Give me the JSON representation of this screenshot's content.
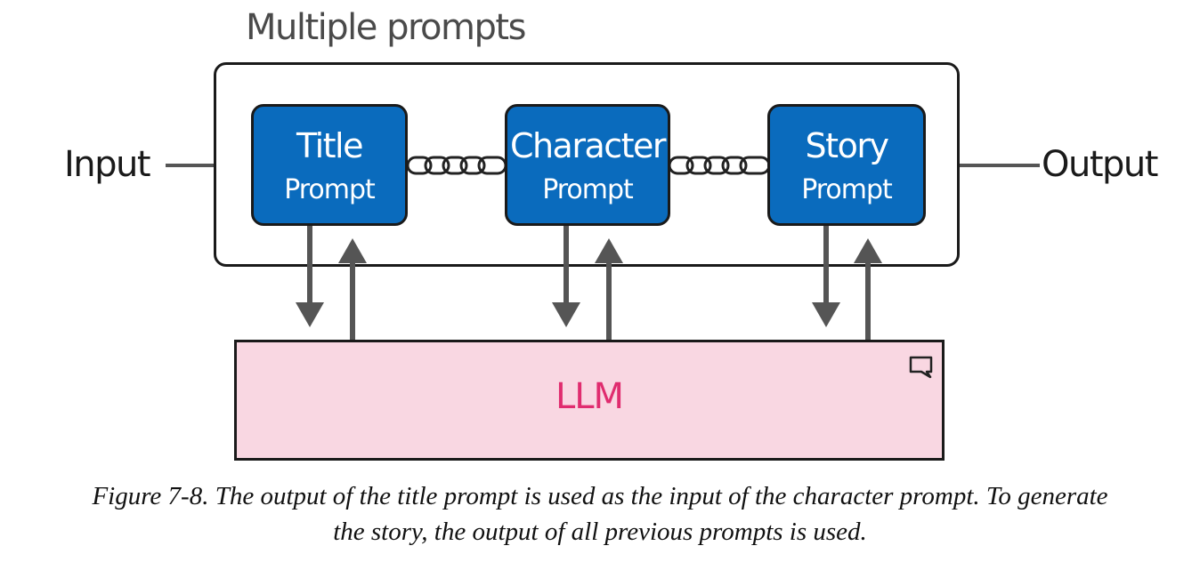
{
  "diagram": {
    "group_title": "Multiple prompts",
    "input_label": "Input",
    "output_label": "Output",
    "prompts": [
      {
        "title": "Title",
        "subtitle": "Prompt"
      },
      {
        "title": "Character",
        "subtitle": "Prompt"
      },
      {
        "title": "Story",
        "subtitle": "Prompt"
      }
    ],
    "llm_label": "LLM",
    "llm_icon": "chat-bubble-icon",
    "colors": {
      "prompt_fill": "#0a6bbd",
      "llm_fill": "#f9d7e2",
      "llm_text": "#e02c6f",
      "arrow": "#555555"
    }
  },
  "caption": {
    "line1": "Figure 7-8. The output of the title prompt is used as the input of the character prompt. To generate",
    "line2": "the story, the output of all previous prompts is used."
  }
}
